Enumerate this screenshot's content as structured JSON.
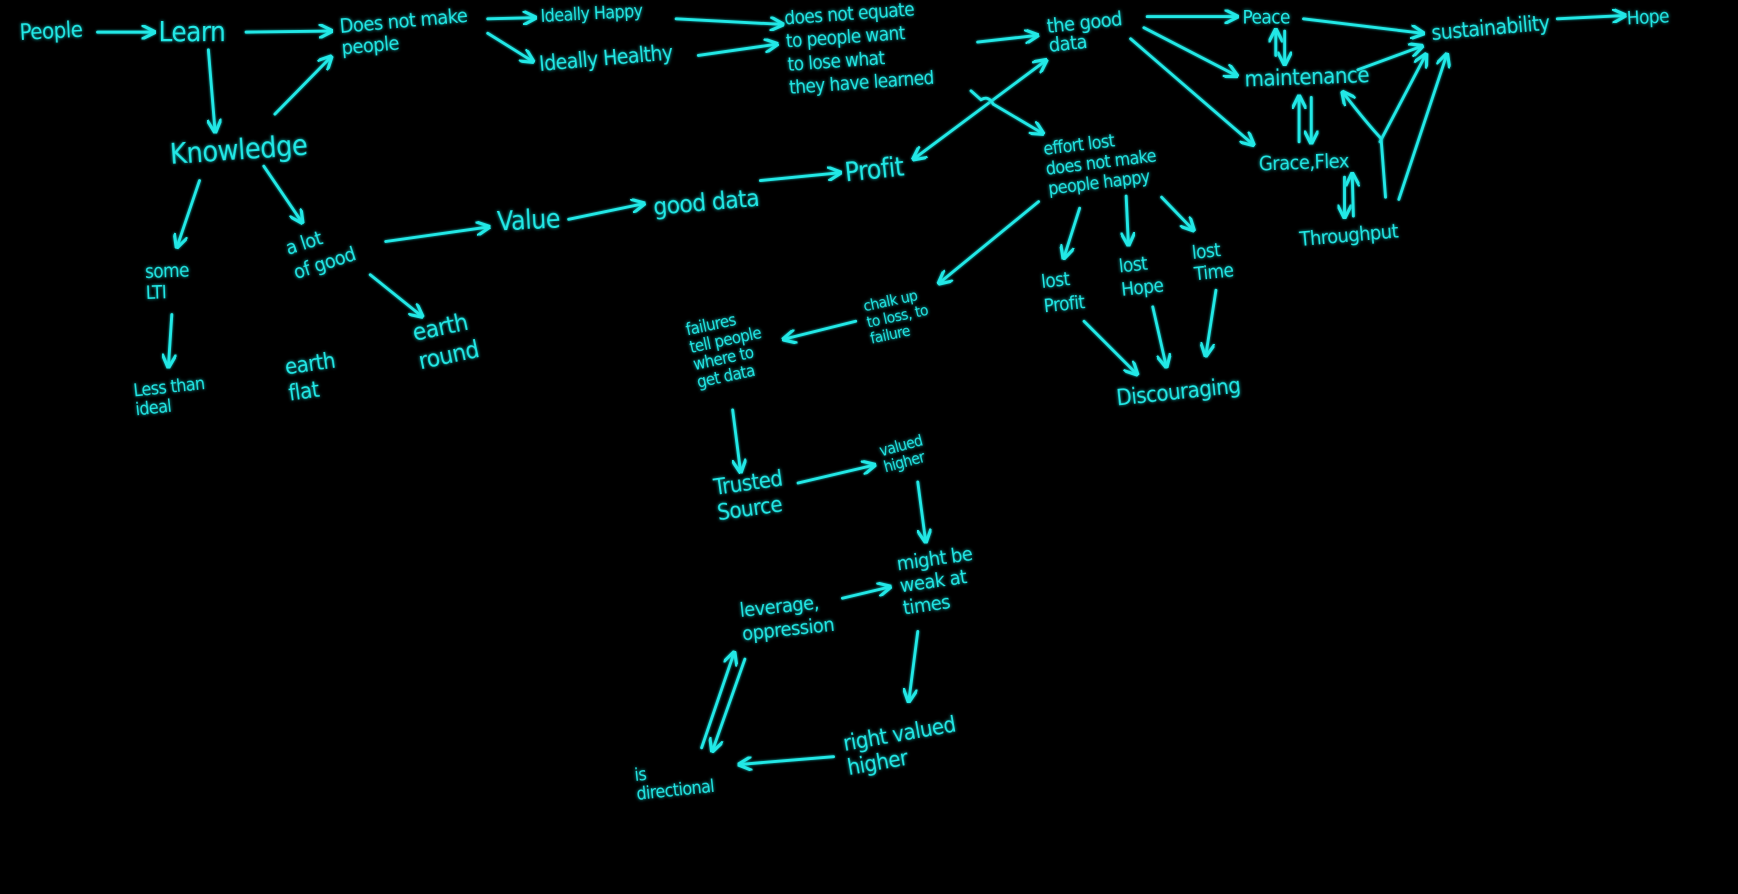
{
  "colors": {
    "background": "#000000",
    "ink": "#22e8e6"
  },
  "nodes": {
    "people": [
      "People"
    ],
    "learn": [
      "Learn"
    ],
    "does_not_make": [
      "Does not make",
      "people"
    ],
    "ideally_happy": [
      "Ideally Happy"
    ],
    "ideally_healthy": [
      "Ideally Healthy"
    ],
    "does_not_equate": [
      "does not equate",
      "to people want",
      "to lose what",
      "they have learned"
    ],
    "the_good_data": [
      "the good",
      "data"
    ],
    "peace": [
      "Peace"
    ],
    "sustainability": [
      "sustainability"
    ],
    "hope": [
      "Hope"
    ],
    "maintenance": [
      "maintenance"
    ],
    "grace_flex": [
      "Grace,Flex"
    ],
    "throughput": [
      "Throughput"
    ],
    "knowledge": [
      "Knowledge"
    ],
    "profit": [
      "Profit"
    ],
    "good_data": [
      "good data"
    ],
    "value": [
      "Value"
    ],
    "a_lot_of_good": [
      "a lot",
      "of good"
    ],
    "some_lti": [
      "some",
      "LTI"
    ],
    "less_than_ideal": [
      "Less than",
      "ideal"
    ],
    "earth_flat": [
      "earth",
      "flat"
    ],
    "earth_round": [
      "earth",
      "round"
    ],
    "effort_lost": [
      "effort lost",
      "does not make",
      "people happy"
    ],
    "lost_profit": [
      "lost",
      "Profit"
    ],
    "lost_hope": [
      "lost",
      "Hope"
    ],
    "lost_time": [
      "lost",
      "Time"
    ],
    "discouraging": [
      "Discouraging"
    ],
    "chalk_up": [
      "chalk up",
      "to loss, to",
      "failure"
    ],
    "failures": [
      "failures",
      "tell people",
      "where to",
      "get data"
    ],
    "trusted_source": [
      "Trusted",
      "Source"
    ],
    "valued_higher": [
      "valued",
      "higher"
    ],
    "might_be_weak": [
      "might be",
      "weak at",
      "times"
    ],
    "leverage": [
      "leverage,",
      "oppression"
    ],
    "right_valued": [
      "right valued",
      "higher"
    ],
    "is_directional": [
      "is",
      "directional"
    ]
  }
}
